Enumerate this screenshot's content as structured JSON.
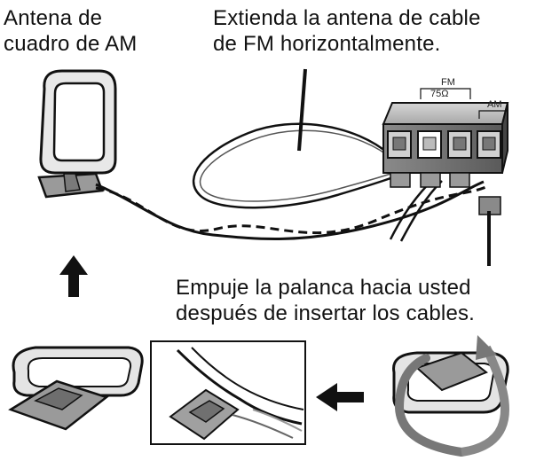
{
  "labels": {
    "am_antenna": [
      "Antena de",
      "cuadro de AM"
    ],
    "fm_instruction": [
      "Extienda la antena de cable",
      "de FM horizontalmente."
    ],
    "lever_instruction": [
      "Empuje la palanca hacia usted",
      "después de insertar los cables."
    ]
  },
  "terminal": {
    "fm_label": "FM",
    "fm_impedance": "75Ω",
    "am_label": "AM"
  }
}
